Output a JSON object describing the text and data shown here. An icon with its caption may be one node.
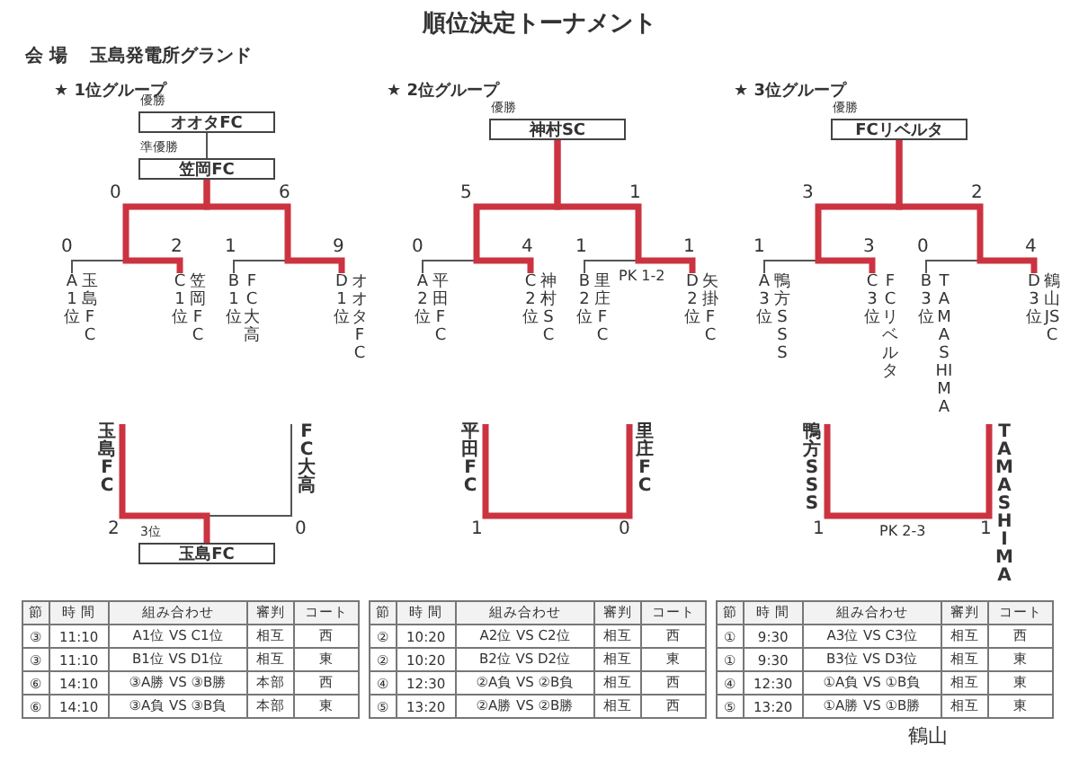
{
  "diagram": {
    "title": "順位決定トーナメント",
    "nodes": [
      {
        "text": [
          "優勝",
          "オオタFC"
        ]
      },
      {
        "text": [
          "準優勝",
          "笠岡FC"
        ]
      },
      {
        "text": [
          "A1位",
          "玉島FC"
        ]
      },
      {
        "text": [
          "C1位",
          "笠岡FC"
        ]
      },
      {
        "text": [
          "B1位",
          "FC大高"
        ]
      },
      {
        "text": [
          "D1位",
          "オオタFC"
        ]
      },
      {
        "text": [
          "玉島FC"
        ]
      },
      {
        "text": [
          "FC大高"
        ]
      },
      {
        "text": [
          "3位",
          "玉島FC"
        ]
      },
      {
        "text": [
          "優勝",
          "神村SC"
        ]
      },
      {
        "text": [
          "A2位",
          "平田FC"
        ]
      },
      {
        "text": [
          "C2位",
          "神村SC"
        ]
      },
      {
        "text": [
          "B2位",
          "里庄FC"
        ]
      },
      {
        "text": [
          "D2位",
          "矢掛FC"
        ]
      },
      {
        "text": [
          "平田FC"
        ]
      },
      {
        "text": [
          "里庄FC"
        ]
      },
      {
        "text": [
          "優勝",
          "FCリベルタ"
        ]
      },
      {
        "text": [
          "A3位",
          "鴨方SSS"
        ]
      },
      {
        "text": [
          "C3位",
          "FCリベルタ"
        ]
      },
      {
        "text": [
          "B3位",
          "TAMASHIMA"
        ]
      },
      {
        "text": [
          "D3位",
          "鶴山JSC"
        ]
      },
      {
        "text": [
          "鴨方SSS"
        ]
      },
      {
        "text": [
          "TAMASHIMA"
        ]
      }
    ],
    "edges": [
      {
        "from": 0,
        "to": 1,
        "arrow": "none",
        "color": "#555555"
      },
      {
        "from": 2,
        "to": 1,
        "arrow": "none",
        "color": "#555555"
      },
      {
        "from": 3,
        "to": 1,
        "arrow": "none"
      },
      {
        "from": 4,
        "to": 1,
        "arrow": "none",
        "color": "#555555"
      },
      {
        "from": 5,
        "to": 1,
        "arrow": "none"
      },
      {
        "from": 6,
        "to": 8,
        "arrow": "none"
      },
      {
        "from": 7,
        "to": 8,
        "arrow": "none",
        "color": "#555555"
      },
      {
        "from": 10,
        "to": 9,
        "arrow": "none",
        "color": "#555555"
      },
      {
        "from": 11,
        "to": 9,
        "arrow": "none"
      },
      {
        "from": 12,
        "to": 9,
        "arrow": "none",
        "color": "#555555"
      },
      {
        "from": 13,
        "to": 9,
        "arrow": "none"
      },
      {
        "from": 14,
        "to": 15,
        "arrow": "none"
      },
      {
        "from": 17,
        "to": 16,
        "arrow": "none",
        "color": "#555555"
      },
      {
        "from": 18,
        "to": 16,
        "arrow": "none"
      },
      {
        "from": 19,
        "to": 16,
        "arrow": "none",
        "color": "#555555"
      },
      {
        "from": 20,
        "to": 16,
        "arrow": "none"
      },
      {
        "from": 21,
        "to": 22,
        "arrow": "none"
      }
    ],
    "labels": [
      "会 場",
      "玉島発電所グランド",
      "★ 1位グループ",
      "★ 2位グループ",
      "★ 3位グループ",
      "0",
      "6",
      "0",
      "2",
      "1",
      "9",
      "2",
      "0",
      "5",
      "1",
      "0",
      "4",
      "1",
      "1",
      "PK 1-2",
      "1",
      "0",
      "3",
      "2",
      "1",
      "3",
      "0",
      "4",
      "1",
      "PK 2-3",
      "1",
      "節",
      "時 間",
      "組み合わせ",
      "審判",
      "コート",
      "③",
      "11:10",
      "A1位 VS C1位",
      "相互",
      "西",
      "③",
      "11:10",
      "B1位 VS D1位",
      "相互",
      "東",
      "⑥",
      "14:10",
      "③A勝 VS ③B勝",
      "本部",
      "西",
      "⑥",
      "14:10",
      "③A負 VS ③B負",
      "本部",
      "東",
      "節",
      "時 間",
      "組み合わせ",
      "審判",
      "コート",
      "②",
      "10:20",
      "A2位 VS C2位",
      "相互",
      "西",
      "②",
      "10:20",
      "B2位 VS D2位",
      "相互",
      "東",
      "④",
      "12:30",
      "②A負 VS ②B負",
      "相互",
      "西",
      "⑤",
      "13:20",
      "②A勝 VS ②B勝",
      "相互",
      "西",
      "節",
      "時 間",
      "組み合わせ",
      "審判",
      "コート",
      "①",
      "9:30",
      "A3位 VS C3位",
      "相互",
      "西",
      "①",
      "9:30",
      "B3位 VS D3位",
      "相互",
      "東",
      "④",
      "12:30",
      "①A負 VS ①B負",
      "相互",
      "東",
      "⑤",
      "13:20",
      "①A勝 VS ①B勝",
      "相互",
      "東",
      "鶴山"
    ]
  }
}
